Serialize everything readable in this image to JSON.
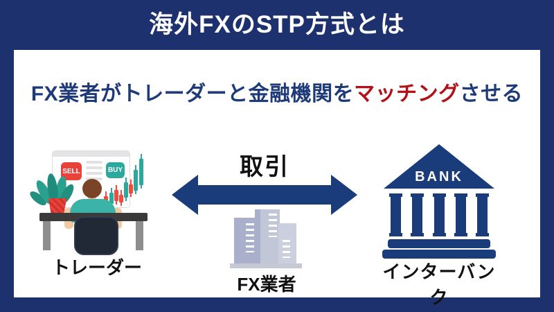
{
  "header": {
    "title": "海外FXのSTP方式とは"
  },
  "subtitle": {
    "prefix": "FX業者がトレーダーと金融機関を",
    "highlight": "マッチング",
    "suffix": "させる"
  },
  "diagram": {
    "transaction_label": "取引",
    "trader": {
      "label": "トレーダー",
      "sell": "SELL",
      "buy": "BUY"
    },
    "broker": {
      "label": "FX業者"
    },
    "interbank": {
      "label": "インターバンク",
      "sign": "BANK"
    }
  },
  "colors": {
    "background_navy": "#1d316e",
    "icon_navy": "#1b3c7a",
    "text_navy": "#1f3a78",
    "highlight_red": "#b11217",
    "sell_red": "#e8423b",
    "buy_teal": "#2ba99c",
    "building_gray": "#aab0cc",
    "label_black": "#111111"
  }
}
